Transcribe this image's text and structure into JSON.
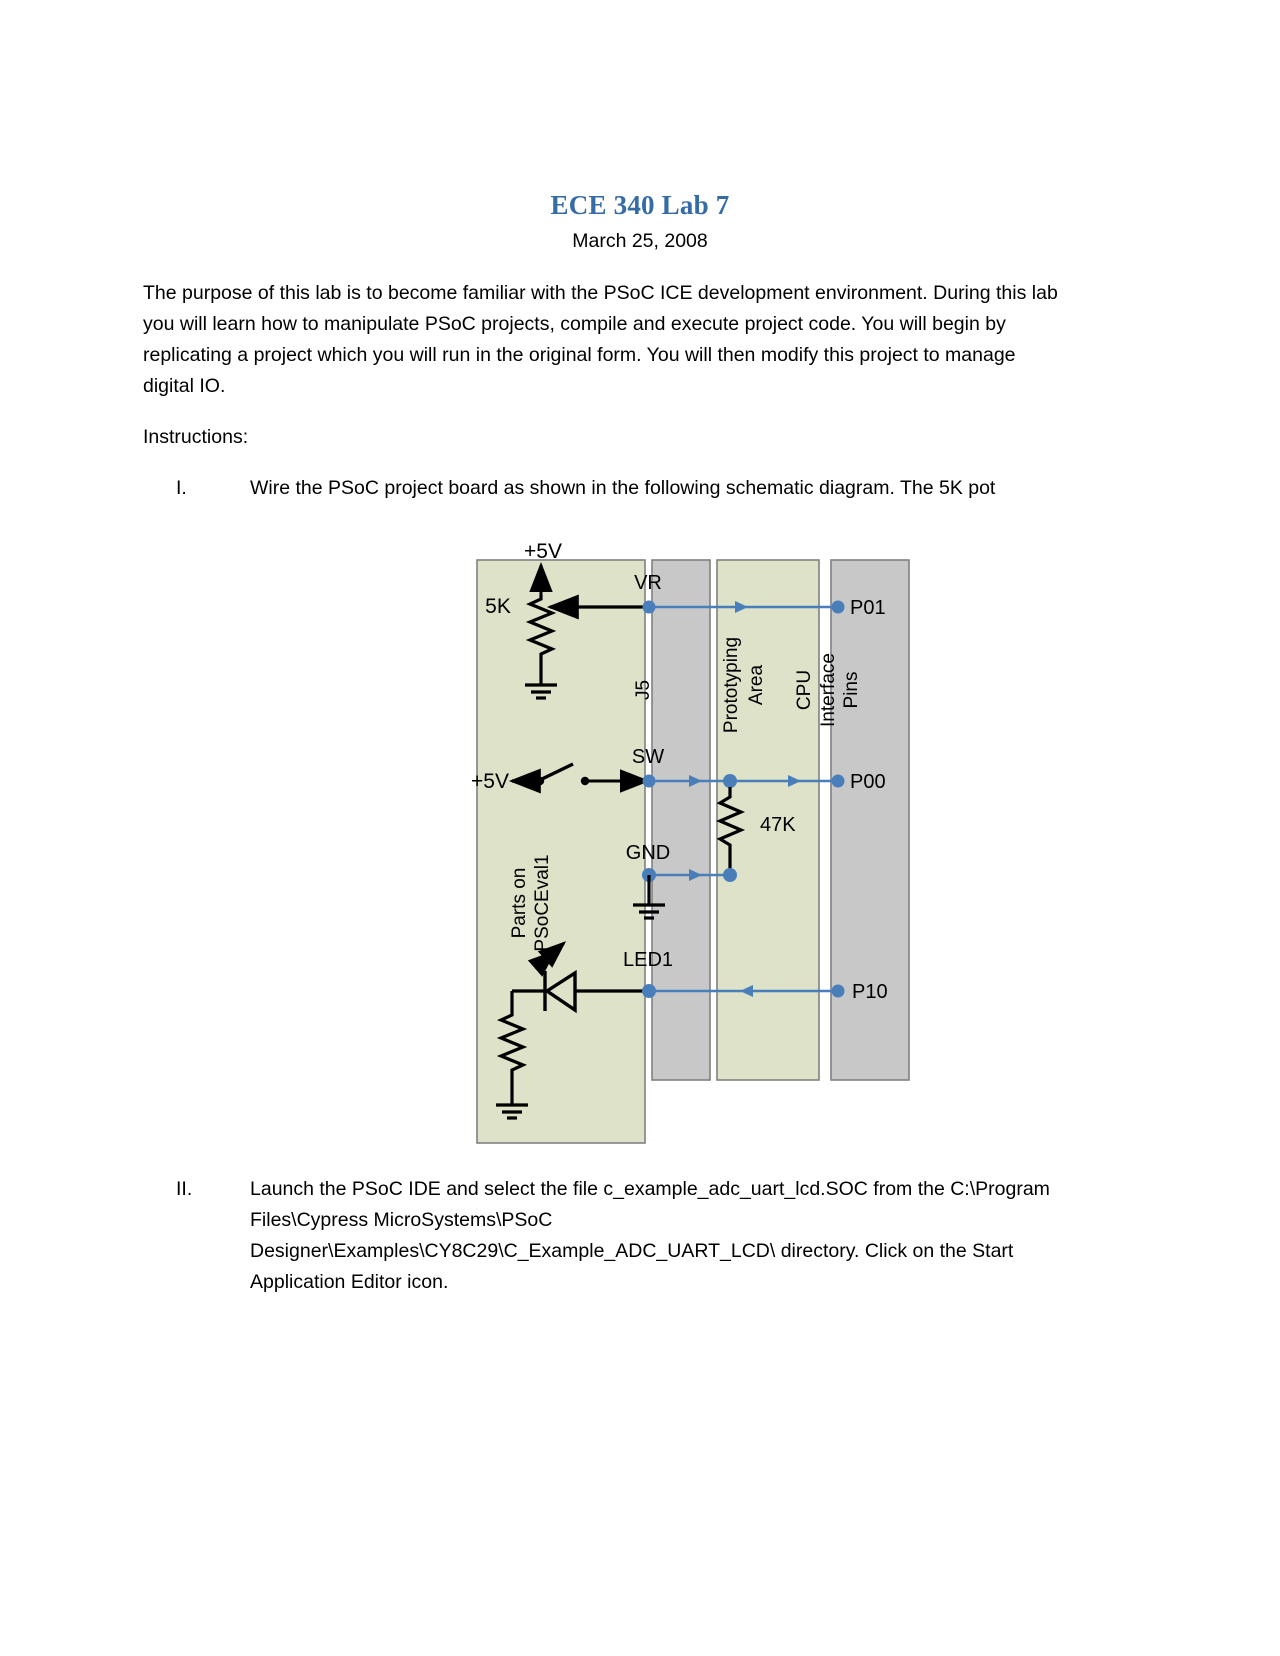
{
  "document": {
    "title": "ECE 340 Lab 7",
    "date": "March 25, 2008",
    "intro_paragraph": "The purpose of this lab is to become familiar with the PSoC ICE development environment.  During this lab you will learn how to manipulate PSoC projects, compile and execute project code. You will begin by replicating a project which you will run in the original form.  You will then modify this project to manage digital IO.",
    "instructions_label": "Instructions:",
    "items": [
      {
        "marker": "I.",
        "text": "Wire the PSoC project board as shown in the following schematic diagram. The 5K pot"
      },
      {
        "marker": "II.",
        "text": "Launch the PSoC IDE and select the file  c_example_adc_uart_lcd.SOC  from the  C:\\Program Files\\Cypress MicroSystems\\PSoC Designer\\Examples\\CY8C29\\C_Example_ADC_UART_LCD\\ directory.  Click on the  Start Application Editor icon."
      }
    ]
  },
  "figure": {
    "name": "psoc-wiring-schematic",
    "colors": {
      "panel_green": "#dde2c8",
      "panel_gray": "#c8c8c8",
      "panel_border": "#808080",
      "wire_blue": "#4a7ebb",
      "wire_black": "#000000"
    },
    "panels": [
      {
        "name": "parts-panel",
        "label": "Parts on PSoCEval1",
        "fill": "#dde2c8"
      },
      {
        "name": "j5-panel",
        "label": "J5",
        "fill": "#c8c8c8"
      },
      {
        "name": "prototyping-panel",
        "label": "Prototyping Area",
        "fill": "#dde2c8"
      },
      {
        "name": "cpu-panel",
        "label": "CPU Interface Pins",
        "fill": "#c8c8c8"
      }
    ],
    "labels": {
      "supply_top": "+5V",
      "pot_value": "5K",
      "vr": "VR",
      "j5": "J5",
      "prototyping_line1": "Prototyping",
      "prototyping_line2": "Area",
      "cpu_line1": "CPU",
      "cpu_line2": "Interface",
      "cpu_line3": "Pins",
      "p01": "P01",
      "sw": "SW",
      "supply_sw": "+5V",
      "p00": "P00",
      "pulldown_value": "47K",
      "gnd": "GND",
      "led1": "LED1",
      "p10": "P10",
      "parts_line1": "Parts on",
      "parts_line2": "PSoCEval1"
    }
  }
}
